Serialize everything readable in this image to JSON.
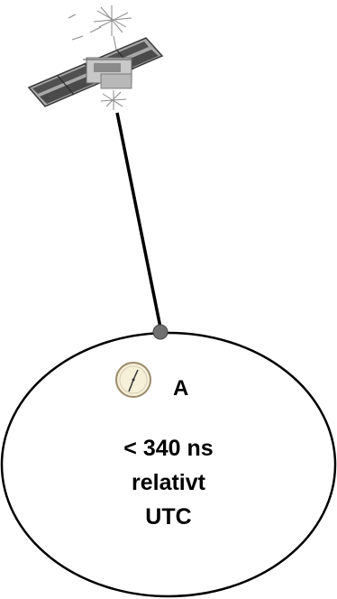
{
  "diagram": {
    "station_label": "A",
    "accuracy_lines": [
      "< 340 ns",
      "relativt",
      "UTC"
    ]
  },
  "colors": {
    "line": "#000000",
    "panel_dark": "#505050",
    "panel_light": "#a8a8a8",
    "node": "#707070",
    "clock_face": "#f6f0d8"
  },
  "icons": {
    "satellite": "satellite-icon",
    "clock": "clock-icon"
  }
}
